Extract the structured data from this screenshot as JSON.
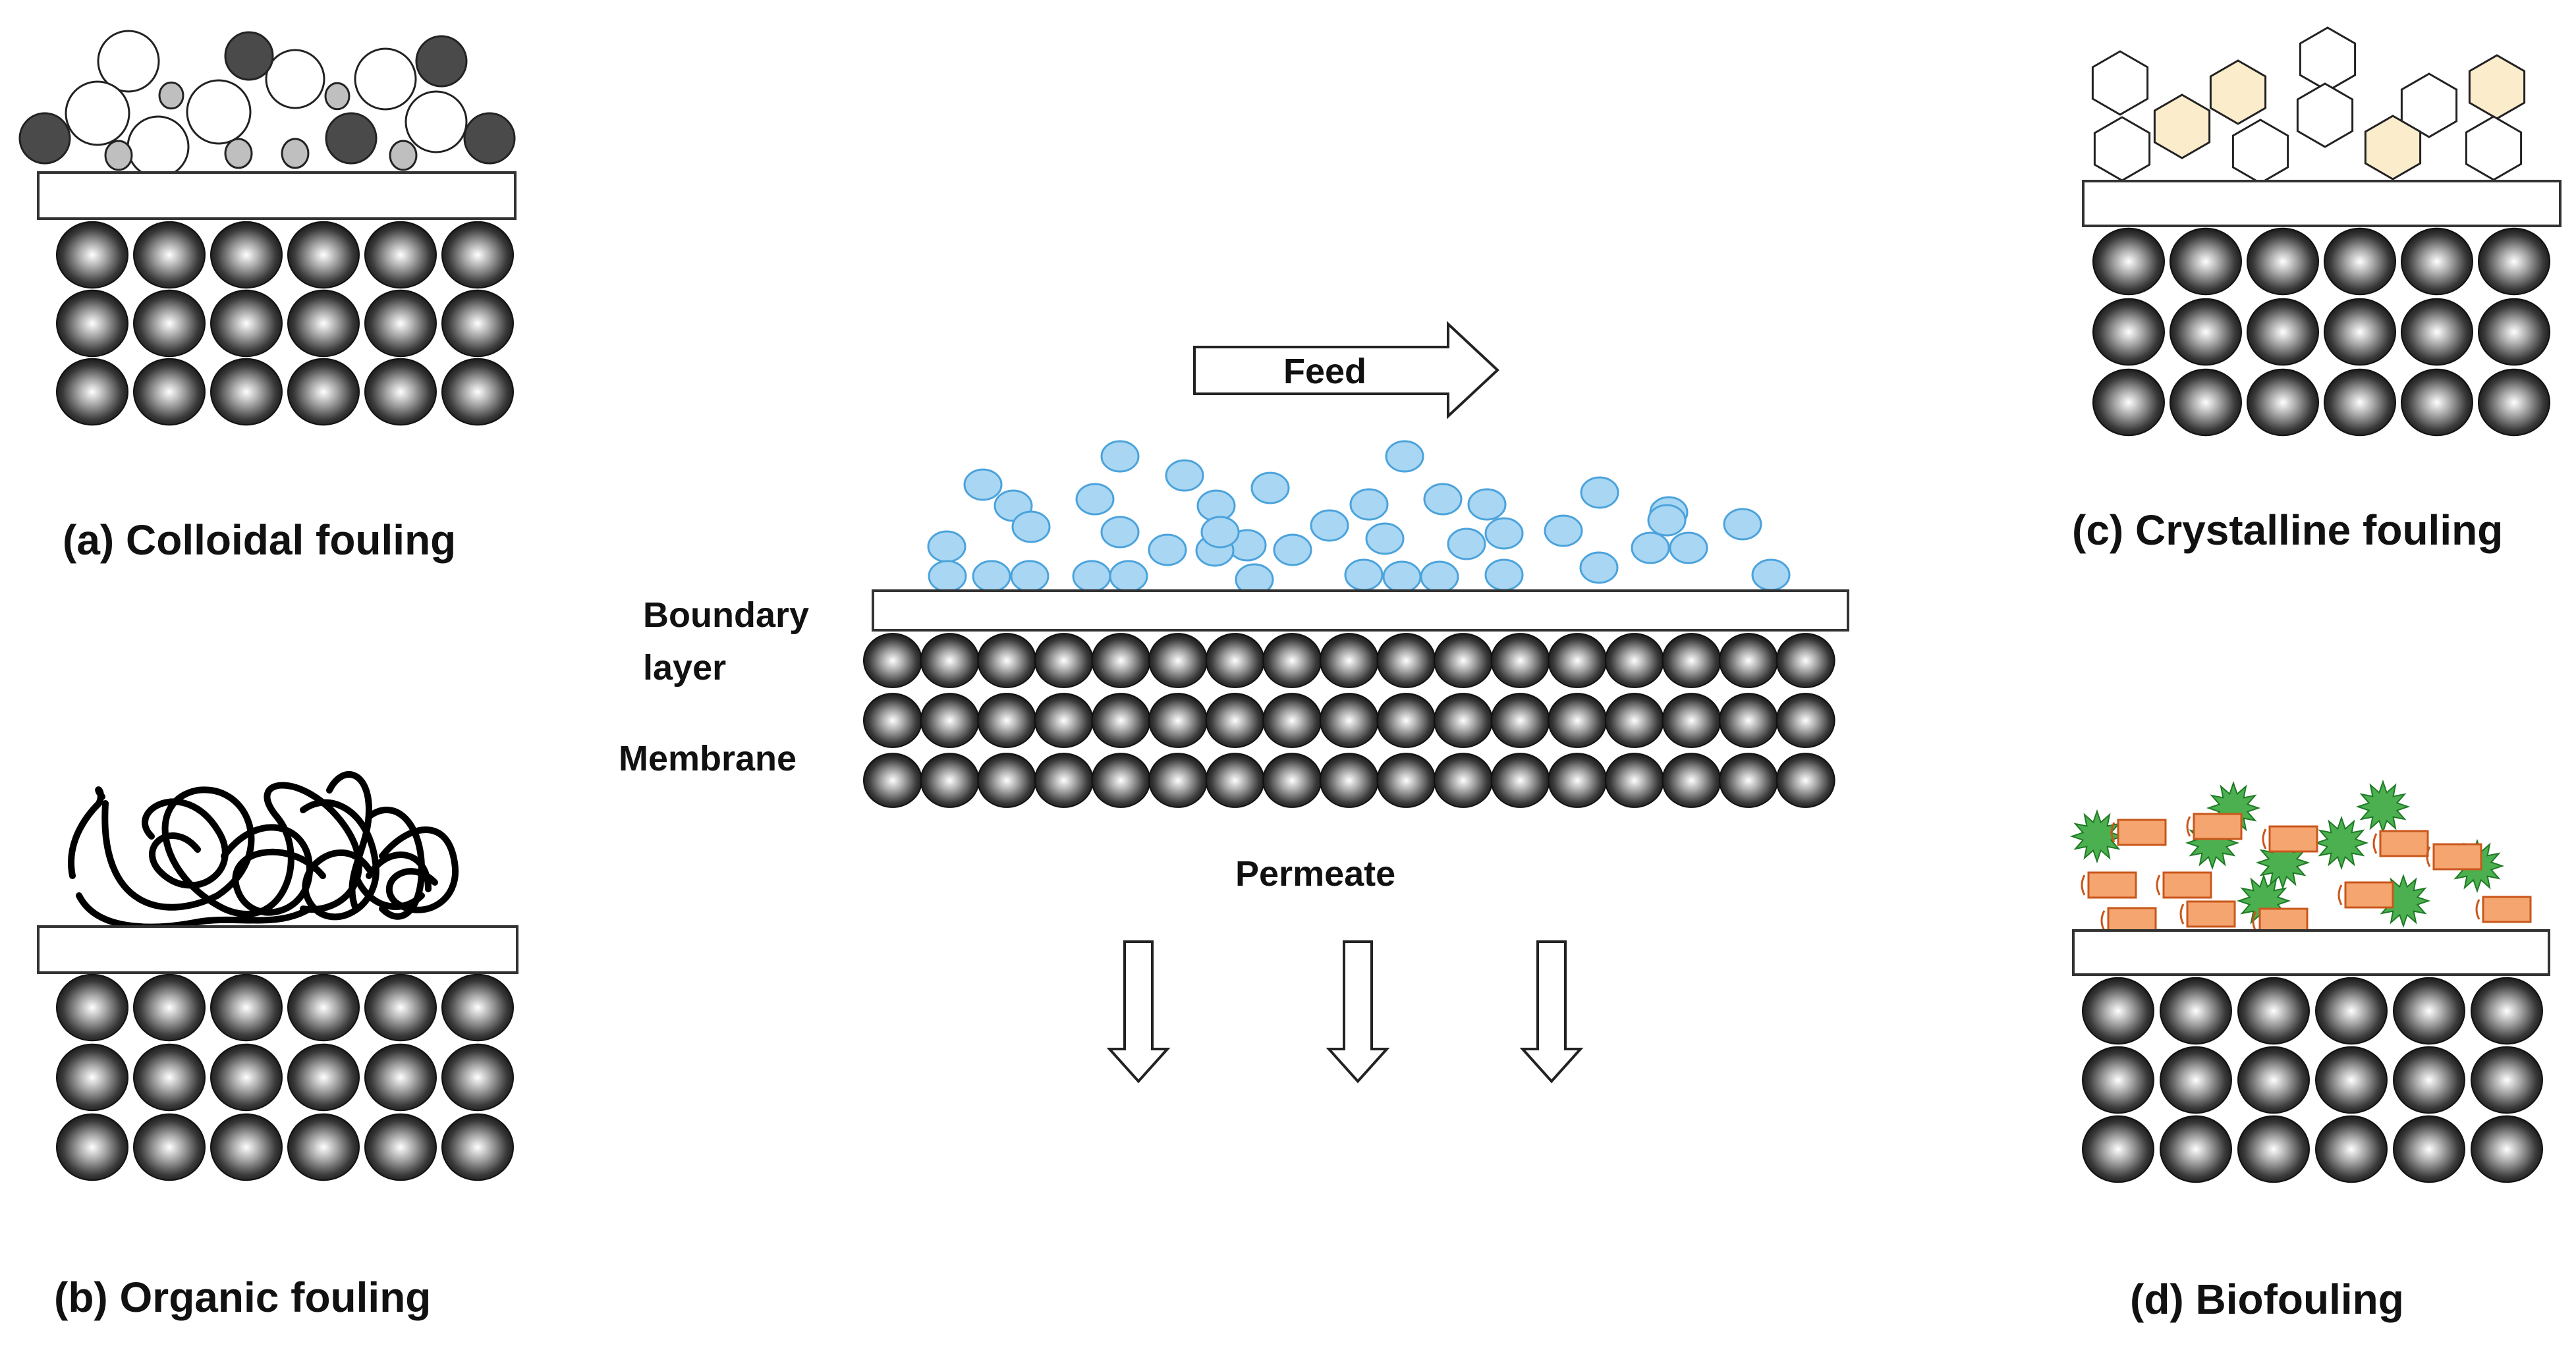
{
  "panels": {
    "colloidal": {
      "caption": "(a) Colloidal fouling"
    },
    "organic": {
      "caption": "(b) Organic fouling"
    },
    "crystalline": {
      "caption": "(c) Crystalline fouling"
    },
    "biofouling": {
      "caption": "(d) Biofouling"
    }
  },
  "center": {
    "feed_label": "Feed",
    "boundary_label_line1": "Boundary",
    "boundary_label_line2": "layer",
    "membrane_label": "Membrane",
    "permeate_label": "Permeate"
  },
  "colors": {
    "foulant_blue": "#a9d6f2",
    "foulant_blue_stroke": "#4ba3dc",
    "colloid_dark": "#4a4a4a",
    "colloid_light": "#bfbfbf",
    "crystal_fill": "#fbeccb",
    "bacteria_green": "#4cb050",
    "bacteria_orange": "#f5a56f",
    "bacteria_orange_stroke": "#c9571c"
  }
}
